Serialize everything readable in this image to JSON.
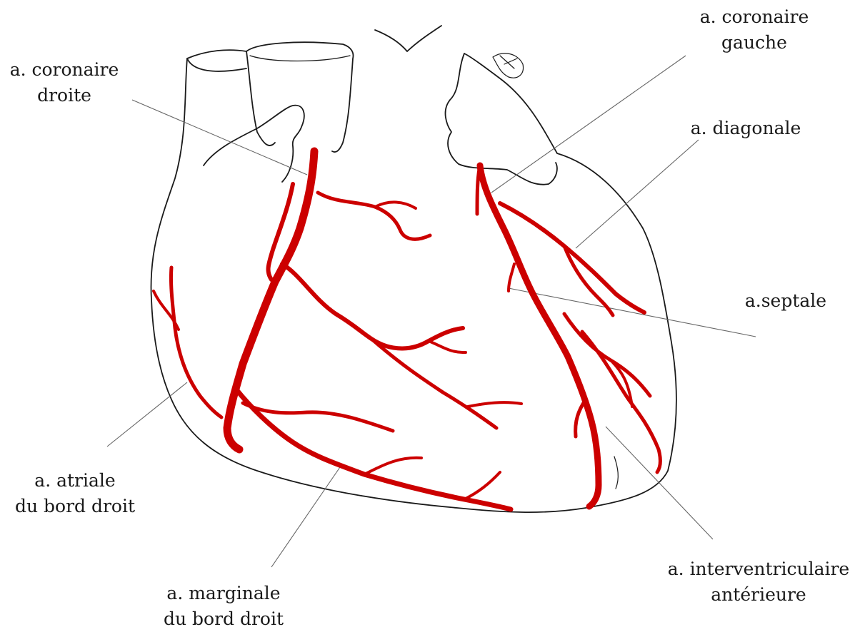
{
  "colors": {
    "artery": "#cc0000",
    "outline": "#1a1a1a",
    "leader": "#666666",
    "background": "#ffffff"
  },
  "labels": {
    "coronaire_droite": {
      "line1": "a. coronaire",
      "line2": "droite"
    },
    "coronaire_gauche": {
      "line1": "a. coronaire",
      "line2": "gauche"
    },
    "diagonale": {
      "line1": "a. diagonale"
    },
    "septale": {
      "line1": "a.septale"
    },
    "atriale": {
      "line1": "a. atriale",
      "line2": "du bord droit"
    },
    "marginale": {
      "line1": "a. marginale",
      "line2": "du bord droit"
    },
    "interventriculaire": {
      "line1": "a. interventriculaire",
      "line2": "antérieure"
    }
  }
}
